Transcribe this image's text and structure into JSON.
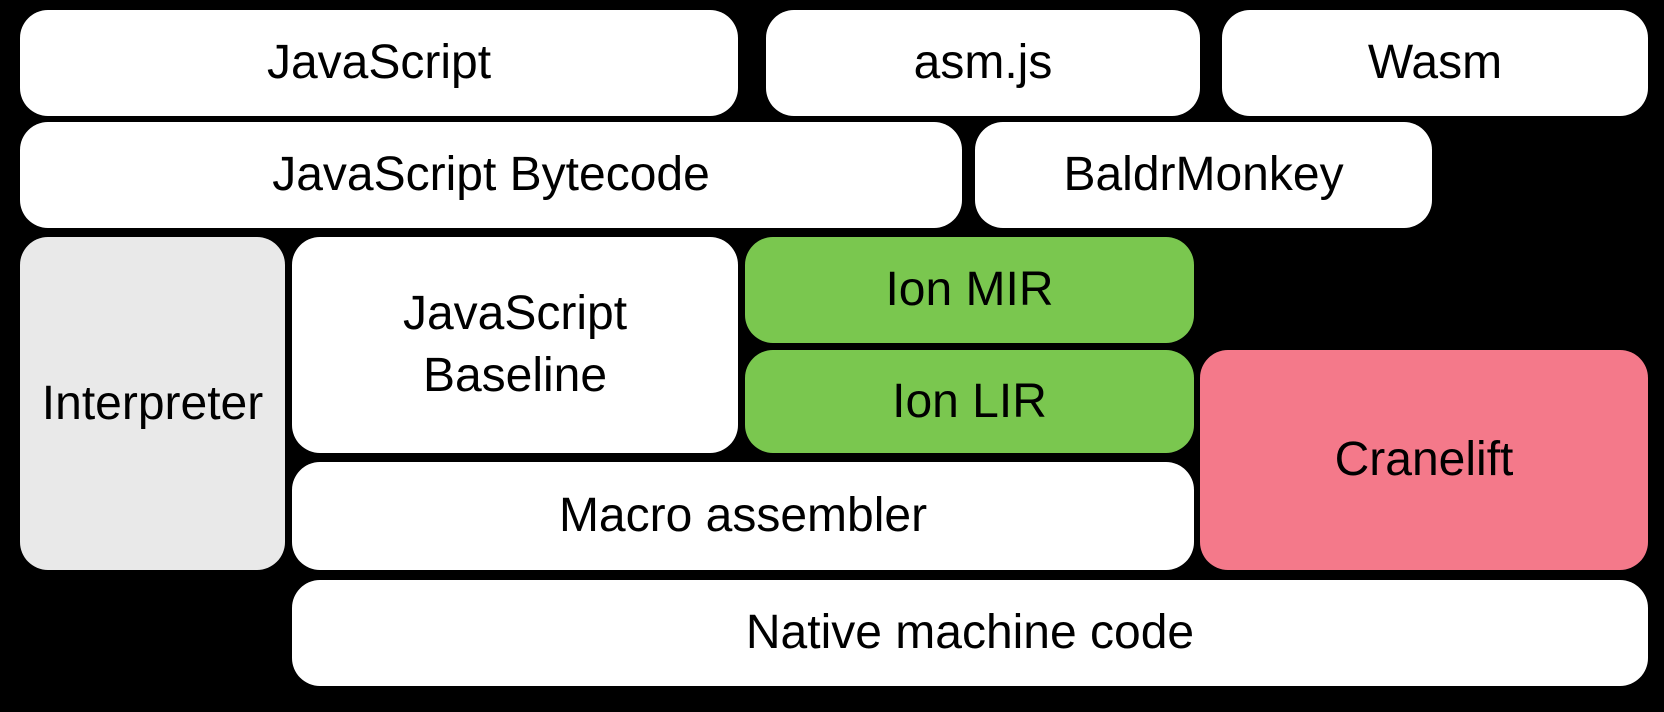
{
  "diagram": {
    "background_color": "#000000",
    "text_color": "#000000",
    "palette": {
      "white": "#ffffff",
      "gray": "#e9e9e9",
      "green": "#7ac74f",
      "pink": "#f4798a"
    },
    "boxes": [
      {
        "id": "javascript",
        "label": "JavaScript",
        "color": "white"
      },
      {
        "id": "asm-js",
        "label": "asm.js",
        "color": "white"
      },
      {
        "id": "wasm",
        "label": "Wasm",
        "color": "white"
      },
      {
        "id": "javascript-bytecode",
        "label": "JavaScript Bytecode",
        "color": "white"
      },
      {
        "id": "baldrmonkey",
        "label": "BaldrMonkey",
        "color": "white"
      },
      {
        "id": "interpreter",
        "label": "Interpreter",
        "color": "gray"
      },
      {
        "id": "javascript-baseline",
        "label": "JavaScript\nBaseline",
        "color": "white"
      },
      {
        "id": "ion-mir",
        "label": "Ion MIR",
        "color": "green"
      },
      {
        "id": "ion-lir",
        "label": "Ion LIR",
        "color": "green"
      },
      {
        "id": "cranelift",
        "label": "Cranelift",
        "color": "pink"
      },
      {
        "id": "macro-assembler",
        "label": "Macro assembler",
        "color": "white"
      },
      {
        "id": "native-machine-code",
        "label": "Native machine code",
        "color": "white"
      }
    ]
  }
}
